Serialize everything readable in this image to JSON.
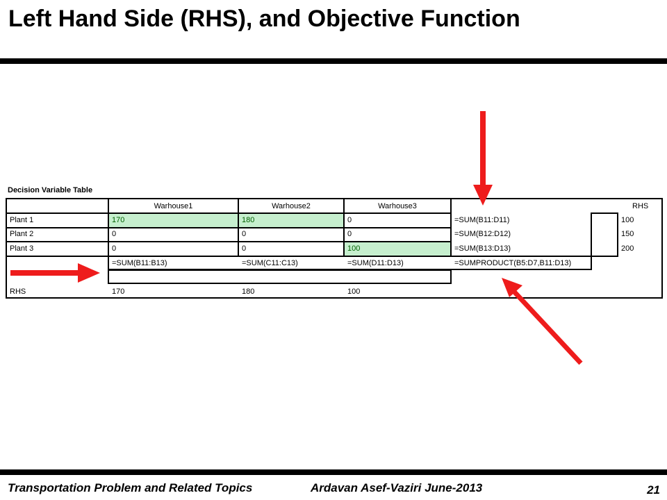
{
  "slide": {
    "title": "Left Hand Side (RHS),  and Objective Function",
    "footer_topic": "Transportation  Problem and Related Topics",
    "footer_author": "Ardavan Asef-Vaziri   June-2013",
    "page_number": "21"
  },
  "table": {
    "caption": "Decision Variable Table",
    "columns": [
      "Warhouse1",
      "Warhouse2",
      "Warhouse3"
    ],
    "rhs_header": "RHS",
    "rows": [
      {
        "label": "Plant 1",
        "values": [
          "170",
          "180",
          "0"
        ],
        "formula": "=SUM(B11:D11)",
        "rhs": "100"
      },
      {
        "label": "Plant 2",
        "values": [
          "0",
          "0",
          "0"
        ],
        "formula": "=SUM(B12:D12)",
        "rhs": "150"
      },
      {
        "label": "Plant 3",
        "values": [
          "0",
          "0",
          "100"
        ],
        "formula": "=SUM(B13:D13)",
        "rhs": "200"
      }
    ],
    "sum_formulas": [
      "=SUM(B11:B13)",
      "=SUM(C11:C13)",
      "=SUM(D11:D13)"
    ],
    "objective_formula": "=SUMPRODUCT(B5:D7,B11:D13)",
    "rhs_row_label": "RHS",
    "rhs_row_values": [
      "170",
      "180",
      "100"
    ]
  },
  "colors": {
    "highlight_fill": "#c6efce",
    "highlight_text": "#006100",
    "arrow": "#ee1c1c"
  }
}
